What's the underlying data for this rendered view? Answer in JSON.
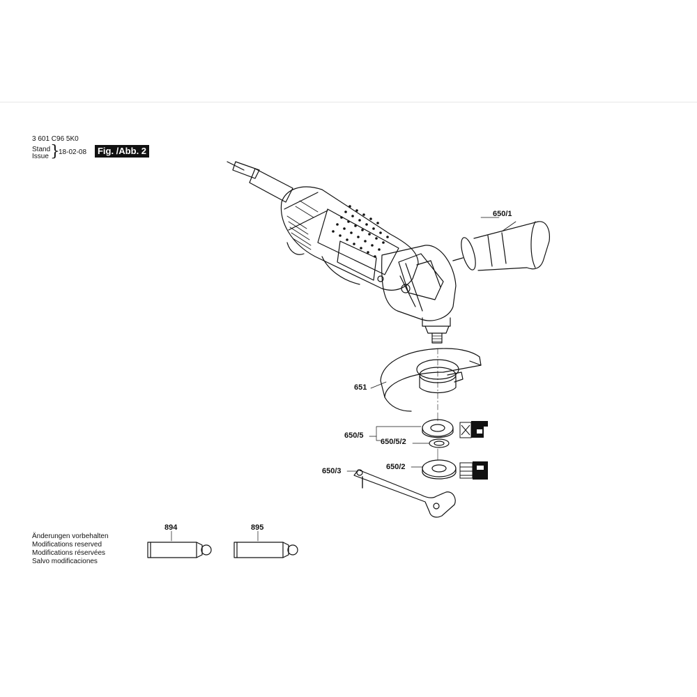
{
  "header": {
    "part_number": "3 601 C96 5K0",
    "stand_label": "Stand",
    "issue_label": "Issue",
    "brace": "}",
    "date": "18-02-08",
    "figure_label": "Fig. /Abb. 2"
  },
  "notes": [
    "Änderungen vorbehalten",
    "Modifications reserved",
    "Modifications réservées",
    "Salvo modificaciones"
  ],
  "callouts": {
    "c650_1": "650/1",
    "c651": "651",
    "c650_5": "650/5",
    "c650_5_2": "650/5/2",
    "c650_2": "650/2",
    "c650_3": "650/3",
    "c894": "894",
    "c895": "895"
  },
  "icons": [
    "angle-grinder-icon",
    "side-handle-icon",
    "wheel-guard-icon",
    "mounting-flange-icon",
    "clamping-nut-icon",
    "two-pin-spanner-icon",
    "grease-tube-icon",
    "tool-symbol-icon"
  ],
  "colors": {
    "ink": "#111111",
    "background": "#ffffff"
  }
}
